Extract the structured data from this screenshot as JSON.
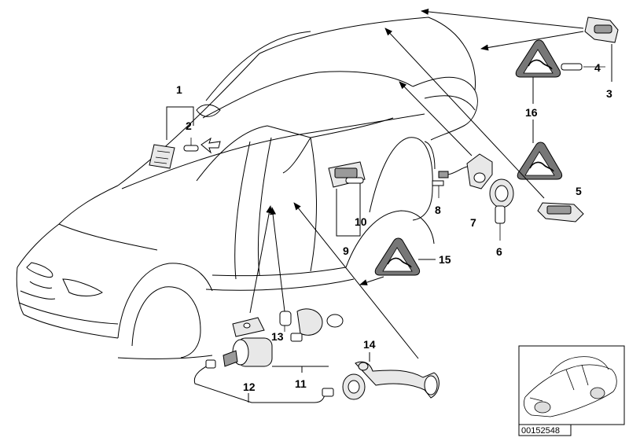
{
  "part_numbers": [
    "1",
    "2",
    "3",
    "4",
    "5",
    "6",
    "7",
    "8",
    "9",
    "10",
    "11",
    "12",
    "13",
    "14",
    "15",
    "16"
  ],
  "reference_number": "00152548",
  "colors": {
    "line": "#000000",
    "background": "#ffffff",
    "part_fill": "#e8e8e8",
    "part_shade": "#9a9a9a"
  }
}
